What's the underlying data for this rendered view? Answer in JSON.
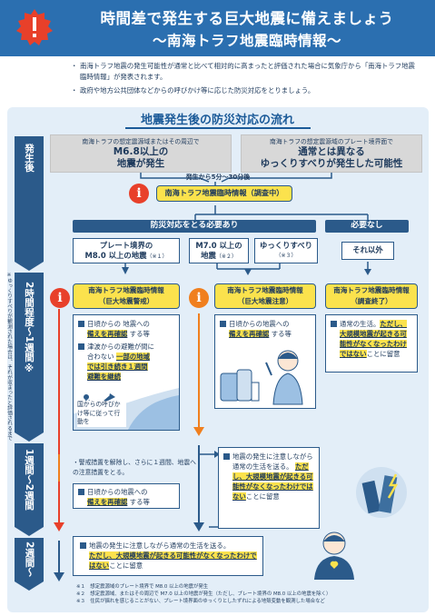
{
  "header": {
    "title_line1": "時間差で発生する巨大地震に備えましょう",
    "title_line2": "〜南海トラフ地震臨時情報〜"
  },
  "intro": [
    "南海トラフ地震の発生可能性が通常と比べて相対的に高まったと評価された場合に気象庁から「南海トラフ地震臨時情報」が発表されます。",
    "政府や地方公共団体などからの呼びかけ等に応じた防災対応をとりましょう。"
  ],
  "flow_title": "地震発生後の防災対応の流れ",
  "timeline": {
    "t1": "発生後",
    "t2": "2時間程度〜1週間",
    "t2_mark": "※",
    "t3": "1週間〜2週間",
    "t4": "2週間〜"
  },
  "sidenote": "※ゆっくりすべりが観測された場合は、それが収まったと評価されるまで",
  "quake_left": {
    "small": "南海トラフの想定震源域またはその周辺で",
    "large1": "M6.8以上の",
    "large2": "地震が発生"
  },
  "quake_right": {
    "small": "南海トラフの想定震源域のプレート境界面で",
    "large1": "通常とは異なる",
    "large2": "ゆっくりすべりが発生した可能性"
  },
  "timing": "発生から5分〜30分後",
  "info_investigating": "南海トラフ地震臨時情報（調査中）",
  "need_action": "防災対応をとる必要あり",
  "no_need": "必要なし",
  "cases": {
    "c1_line1": "プレート境界の",
    "c1_line2": "M8.0 以上の地震",
    "c1_note": "（※１）",
    "c2_line1": "M7.0 以上の",
    "c2_line2": "地震",
    "c2_note": "（※２）",
    "c3_line1": "ゆっくりすべり",
    "c3_note": "（※３）",
    "c4": "それ以外"
  },
  "info_mega_warning": {
    "line1": "南海トラフ地震臨時情報",
    "line2": "（巨大地震警戒）"
  },
  "info_mega_caution": {
    "line1": "南海トラフ地震臨時情報",
    "line2": "（巨大地震注意）"
  },
  "info_end": {
    "line1": "南海トラフ地震臨時情報",
    "line2": "（調査終了）"
  },
  "warn_card": {
    "r1a": "日頃からの 地震への",
    "r1b": "備えを再確認",
    "r1c": " する等",
    "r2a": "津波からの避難が間に",
    "r2b": "合わない",
    "r2c": "一部の地域",
    "r2d": "では引き続き１週間",
    "r2e": "避難を継続",
    "govt": "国からの呼びかけ等に従って行動を"
  },
  "caution_card": {
    "r1a": "日頃からの地震への",
    "r1b": "備えを再確認",
    "r1c": " する等"
  },
  "end_card": {
    "a": "通常の生活。",
    "b": "ただし、大規模地震が起きる可能性がなくなったわけではない",
    "c": "ことに留意"
  },
  "week2_left": {
    "note": "・警戒措置を解除し、さらに１週間、地震への注意措置をとる。",
    "r1a": "日頃からの地震への",
    "r1b": "備えを再確認",
    "r1c": " する等"
  },
  "week2_right": {
    "a": "地震の発生に注意しながら通常の生活を送る。",
    "b": "ただし、大規模地震が起きる可能性がなくなったわけではない",
    "c": "ことに留意"
  },
  "week3": {
    "a": "地震の発生に注意しながら通常の生活を送る。",
    "b": "ただし、大規模地震が起きる可能性がなくなったわけではない",
    "c": "ことに留意"
  },
  "footnotes": [
    "※１　想定震源域のプレート境界で M8.0 以上の地震が発生",
    "※２　想定震源域、またはその周辺で M7.0 以上の地震が発生（ただし、プレート境界の M8.0 以上の地震を除く）",
    "※３　住民が揺れを感じることがない、プレート境界面のゆっくりとしたずれによる地殻変動を観測した場合など"
  ],
  "colors": {
    "primary": "#2b6fb0",
    "navy": "#2b5a8a",
    "yellow": "#fbe24d",
    "red": "#e8402a",
    "orange": "#f07f1e",
    "panel": "#e3eef8"
  }
}
